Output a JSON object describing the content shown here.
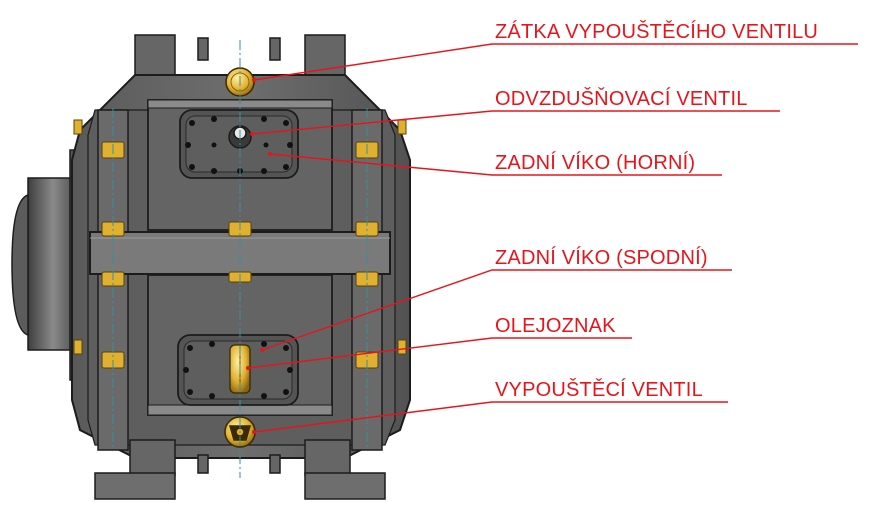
{
  "callouts": [
    {
      "id": "drain-plug",
      "label": "ZÁTKA VYPOUŠTĚCÍHO VENTILU"
    },
    {
      "id": "vent-valve",
      "label": "ODVZDUŠŇOVACÍ VENTIL"
    },
    {
      "id": "rear-cover-upper",
      "label": "ZADNÍ VÍKO (HORNÍ)"
    },
    {
      "id": "rear-cover-lower",
      "label": "ZADNÍ VÍKO (SPODNÍ)"
    },
    {
      "id": "oil-gauge",
      "label": "OLEJOZNAK"
    },
    {
      "id": "drain-valve",
      "label": "VYPOUŠTĚCÍ VENTIL"
    }
  ],
  "colors": {
    "callout": "#e8141b",
    "body_dark": "#4a4a4a",
    "body_mid": "#6a6a6a",
    "body_light": "#8c8c8c",
    "edge": "#1c1c1c",
    "brass": "#e0b030",
    "centerline": "#3a8fa0"
  }
}
